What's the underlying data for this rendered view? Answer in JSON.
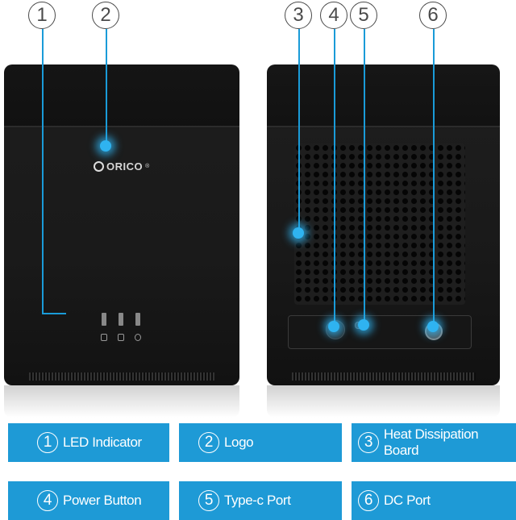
{
  "callouts": [
    "1",
    "2",
    "3",
    "4",
    "5",
    "6"
  ],
  "logo": {
    "text": "ORICO",
    "mark": "®"
  },
  "labels": [
    {
      "num": "1",
      "text": "LED Indicator"
    },
    {
      "num": "2",
      "text": "Logo"
    },
    {
      "num": "3",
      "text": "Heat Dissipation Board"
    },
    {
      "num": "4",
      "text": "Power Button"
    },
    {
      "num": "5",
      "text": "Type-c Port"
    },
    {
      "num": "6",
      "text": "DC Port"
    }
  ],
  "colors": {
    "accent": "#1e9ad6",
    "glow": "#2fb3f0",
    "device": "#1a1a1a"
  }
}
